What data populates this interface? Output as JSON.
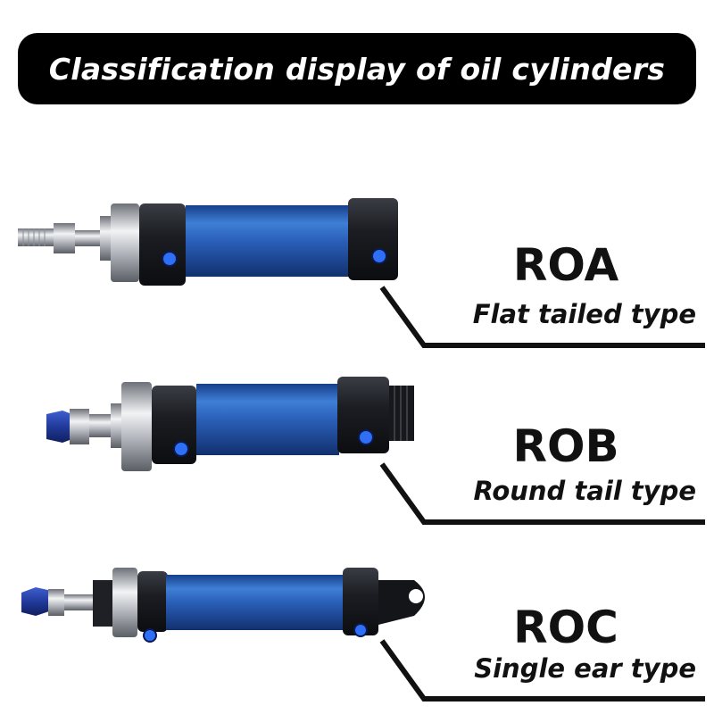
{
  "banner": {
    "title": "Classification display of oil cylinders"
  },
  "colors": {
    "cylinder_blue": "#2a5fb8",
    "cap_black": "#1b1d22",
    "port_blue": "#2e6ff5",
    "banner_bg": "#000000"
  },
  "items": [
    {
      "code": "ROA",
      "type": "Flat tailed type",
      "icon": "flat-tailed-cylinder-image"
    },
    {
      "code": "ROB",
      "type": "Round tail type",
      "icon": "round-tail-cylinder-image"
    },
    {
      "code": "ROC",
      "type": "Single ear type",
      "icon": "single-ear-cylinder-image"
    }
  ]
}
